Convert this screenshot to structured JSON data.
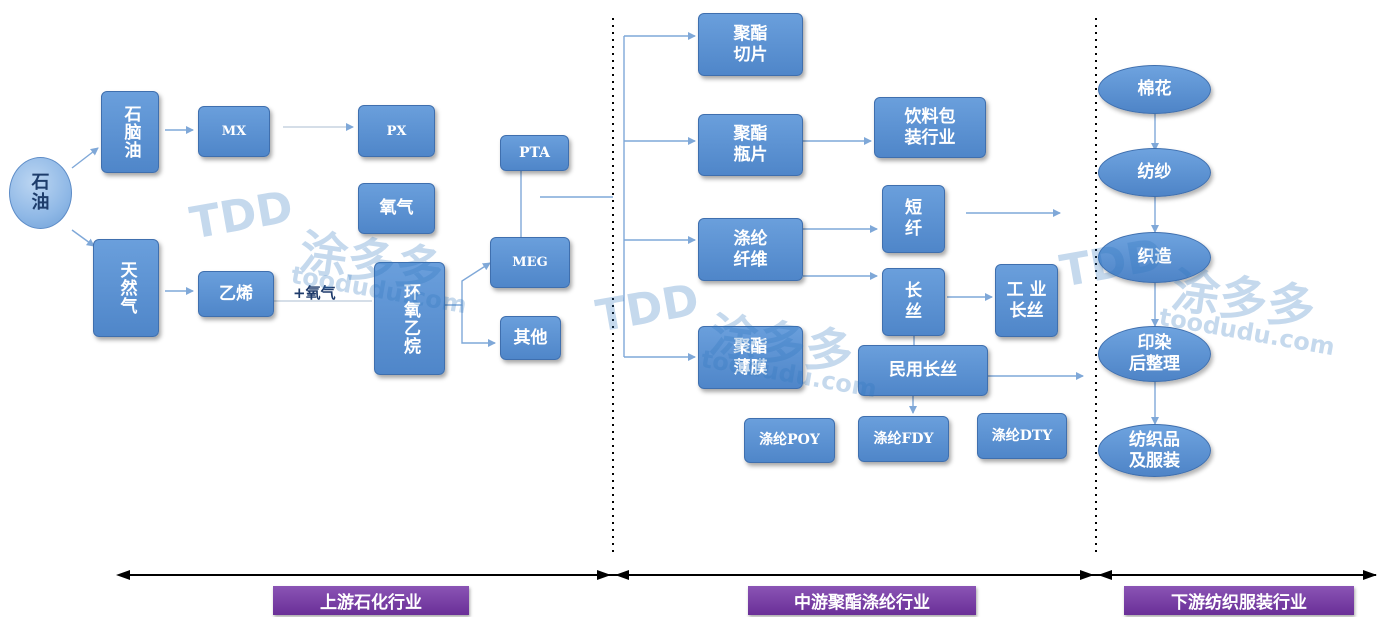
{
  "nodes": {
    "oil": "石\n油",
    "naphtha": "石脑油",
    "natural_gas": "天然气",
    "mx": "MX",
    "ethylene": "乙烯",
    "px": "PX",
    "oxygen": "氧气",
    "plus_oxygen": "+氧气",
    "ethylene_oxide": "环氧乙烷",
    "pta": "PTA",
    "meg": "MEG",
    "other": "其他",
    "polyester_chip": "聚酯\n切片",
    "polyester_bottle_chip": "聚酯\n瓶片",
    "beverage_packaging": "饮料包\n装行业",
    "polyester_fiber": "涤纶\n纤维",
    "staple_fiber": "短\n纤",
    "filament": "长\n丝",
    "industrial_filament": "工 业\n长丝",
    "polyester_film": "聚酯\n薄膜",
    "civil_filament": "民用长丝",
    "poy": "涤纶POY",
    "fdy": "涤纶FDY",
    "dty": "涤纶DTY",
    "cotton": "棉花",
    "spinning": "纺纱",
    "weaving": "织造",
    "dyeing_finishing": "印染\n后整理",
    "textiles_apparel": "纺织品\n及服装"
  },
  "sectors": {
    "upstream": "上游石化行业",
    "midstream": "中游聚酯涤纶行业",
    "downstream": "下游纺织服装行业"
  },
  "watermark": {
    "logo": "TDD",
    "cn": "涂多多",
    "url": "toodudu.com"
  },
  "colors": {
    "box_fill": "#5b93d6",
    "box_border": "#3f6fae",
    "arrow": "#7fa8d8",
    "sector_bar": "#7a3fa8",
    "axis": "#000000"
  }
}
